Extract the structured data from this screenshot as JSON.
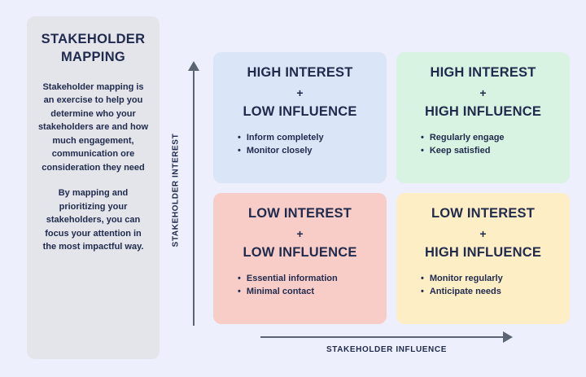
{
  "colors": {
    "page_background": "#edeffc",
    "sidebar_background": "#e4e5ea",
    "axis_color": "#5b6472",
    "text_color": "#1f2a4d"
  },
  "sidebar": {
    "title": "STAKEHOLDER MAPPING",
    "paragraph1": "Stakeholder mapping is an exercise to help you determine who your stakeholders are and how much engagement, communication ore consideration they need",
    "paragraph2": "By mapping and prioritizing your stakeholders, you can focus your attention in the most impactful way."
  },
  "axes": {
    "y_label": "STAKEHOLDER INTEREST",
    "x_label": "STAKEHOLDER INFLUENCE"
  },
  "quadrants": [
    {
      "id": "high-interest-low-influence",
      "line1": "HIGH INTEREST",
      "plus": "+",
      "line2": "LOW INFLUENCE",
      "color": "#dbe5f8",
      "bullet_glyph": "•",
      "bullets": [
        "Inform completely",
        "Monitor closely"
      ]
    },
    {
      "id": "high-interest-high-influence",
      "line1": "HIGH INTEREST",
      "plus": "+",
      "line2": "HIGH INFLUENCE",
      "color": "#d8f3e1",
      "bullet_glyph": "•",
      "bullets": [
        "Regularly engage",
        "Keep satisfied"
      ]
    },
    {
      "id": "low-interest-low-influence",
      "line1": "LOW INTEREST",
      "plus": "+",
      "line2": "LOW INFLUENCE",
      "color": "#f8cdc8",
      "bullet_glyph": "•",
      "bullets": [
        "Essential information",
        "Minimal contact"
      ]
    },
    {
      "id": "low-interest-high-influence",
      "line1": "LOW INTEREST",
      "plus": "+",
      "line2": "HIGH INFLUENCE",
      "color": "#fdeec5",
      "bullet_glyph": "•",
      "bullets": [
        "Monitor regularly",
        "Anticipate needs"
      ]
    }
  ]
}
